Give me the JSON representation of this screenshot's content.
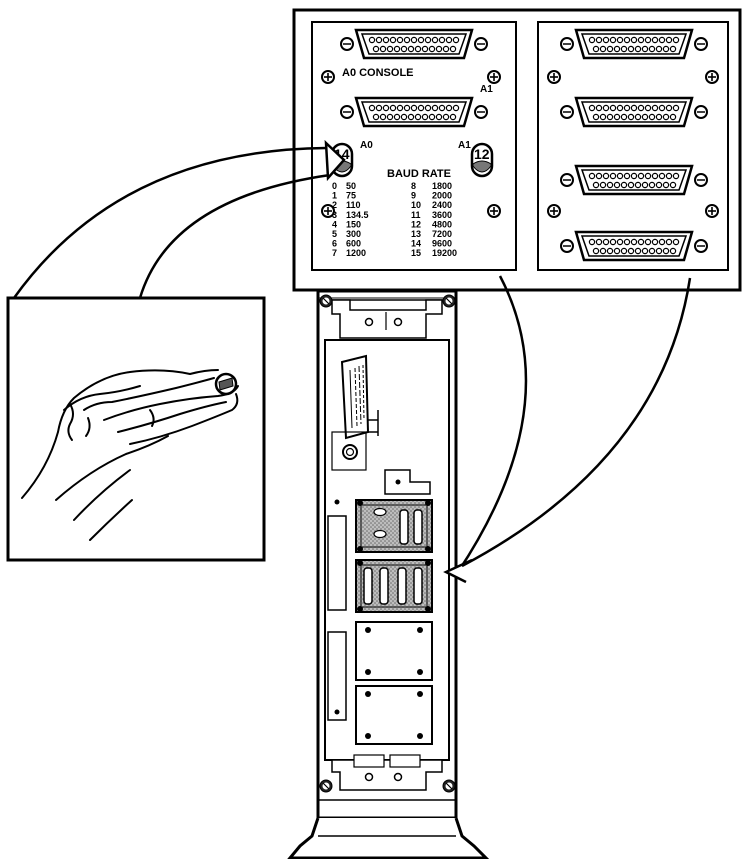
{
  "panel_labels": {
    "console": "A0  CONSOLE",
    "a1_connector": "A1",
    "switch_a0": "A0",
    "switch_a1": "A1",
    "switch_a0_value": "14",
    "switch_a1_value": "12"
  },
  "baud_table": {
    "title": "BAUD RATE",
    "left": [
      {
        "code": "0",
        "rate": "50"
      },
      {
        "code": "1",
        "rate": "75"
      },
      {
        "code": "2",
        "rate": "110"
      },
      {
        "code": "3",
        "rate": "134.5"
      },
      {
        "code": "4",
        "rate": "150"
      },
      {
        "code": "5",
        "rate": "300"
      },
      {
        "code": "6",
        "rate": "600"
      },
      {
        "code": "7",
        "rate": "1200"
      }
    ],
    "right": [
      {
        "code": "8",
        "rate": "1800"
      },
      {
        "code": "9",
        "rate": "2000"
      },
      {
        "code": "10",
        "rate": "2400"
      },
      {
        "code": "11",
        "rate": "3600"
      },
      {
        "code": "12",
        "rate": "4800"
      },
      {
        "code": "13",
        "rate": "7200"
      },
      {
        "code": "14",
        "rate": "9600"
      },
      {
        "code": "15",
        "rate": "19200"
      }
    ]
  },
  "colors": {
    "ink": "#000000",
    "paper": "#ffffff",
    "board_fill": "#a8a8a8"
  }
}
